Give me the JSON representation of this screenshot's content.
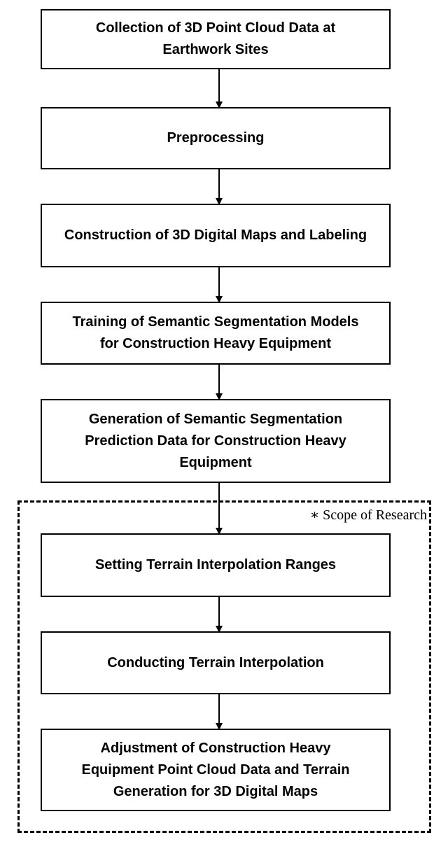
{
  "steps": [
    {
      "id": "collection",
      "label": "Collection of 3D Point Cloud Data at\nEarthwork Sites"
    },
    {
      "id": "preprocessing",
      "label": "Preprocessing"
    },
    {
      "id": "construction",
      "label": "Construction of 3D Digital Maps and Labeling"
    },
    {
      "id": "training",
      "label": "Training of Semantic Segmentation Models\nfor Construction Heavy Equipment"
    },
    {
      "id": "generation",
      "label": "Generation of Semantic Segmentation\nPrediction Data for Construction Heavy\nEquipment"
    },
    {
      "id": "setting",
      "label": "Setting Terrain Interpolation Ranges"
    },
    {
      "id": "conducting",
      "label": "Conducting Terrain Interpolation"
    },
    {
      "id": "adjustment",
      "label": "Adjustment of Construction Heavy\nEquipment  Point Cloud Data and Terrain\nGeneration for 3D Digital Maps"
    }
  ],
  "scope": {
    "label": "∗ Scope of Research"
  }
}
